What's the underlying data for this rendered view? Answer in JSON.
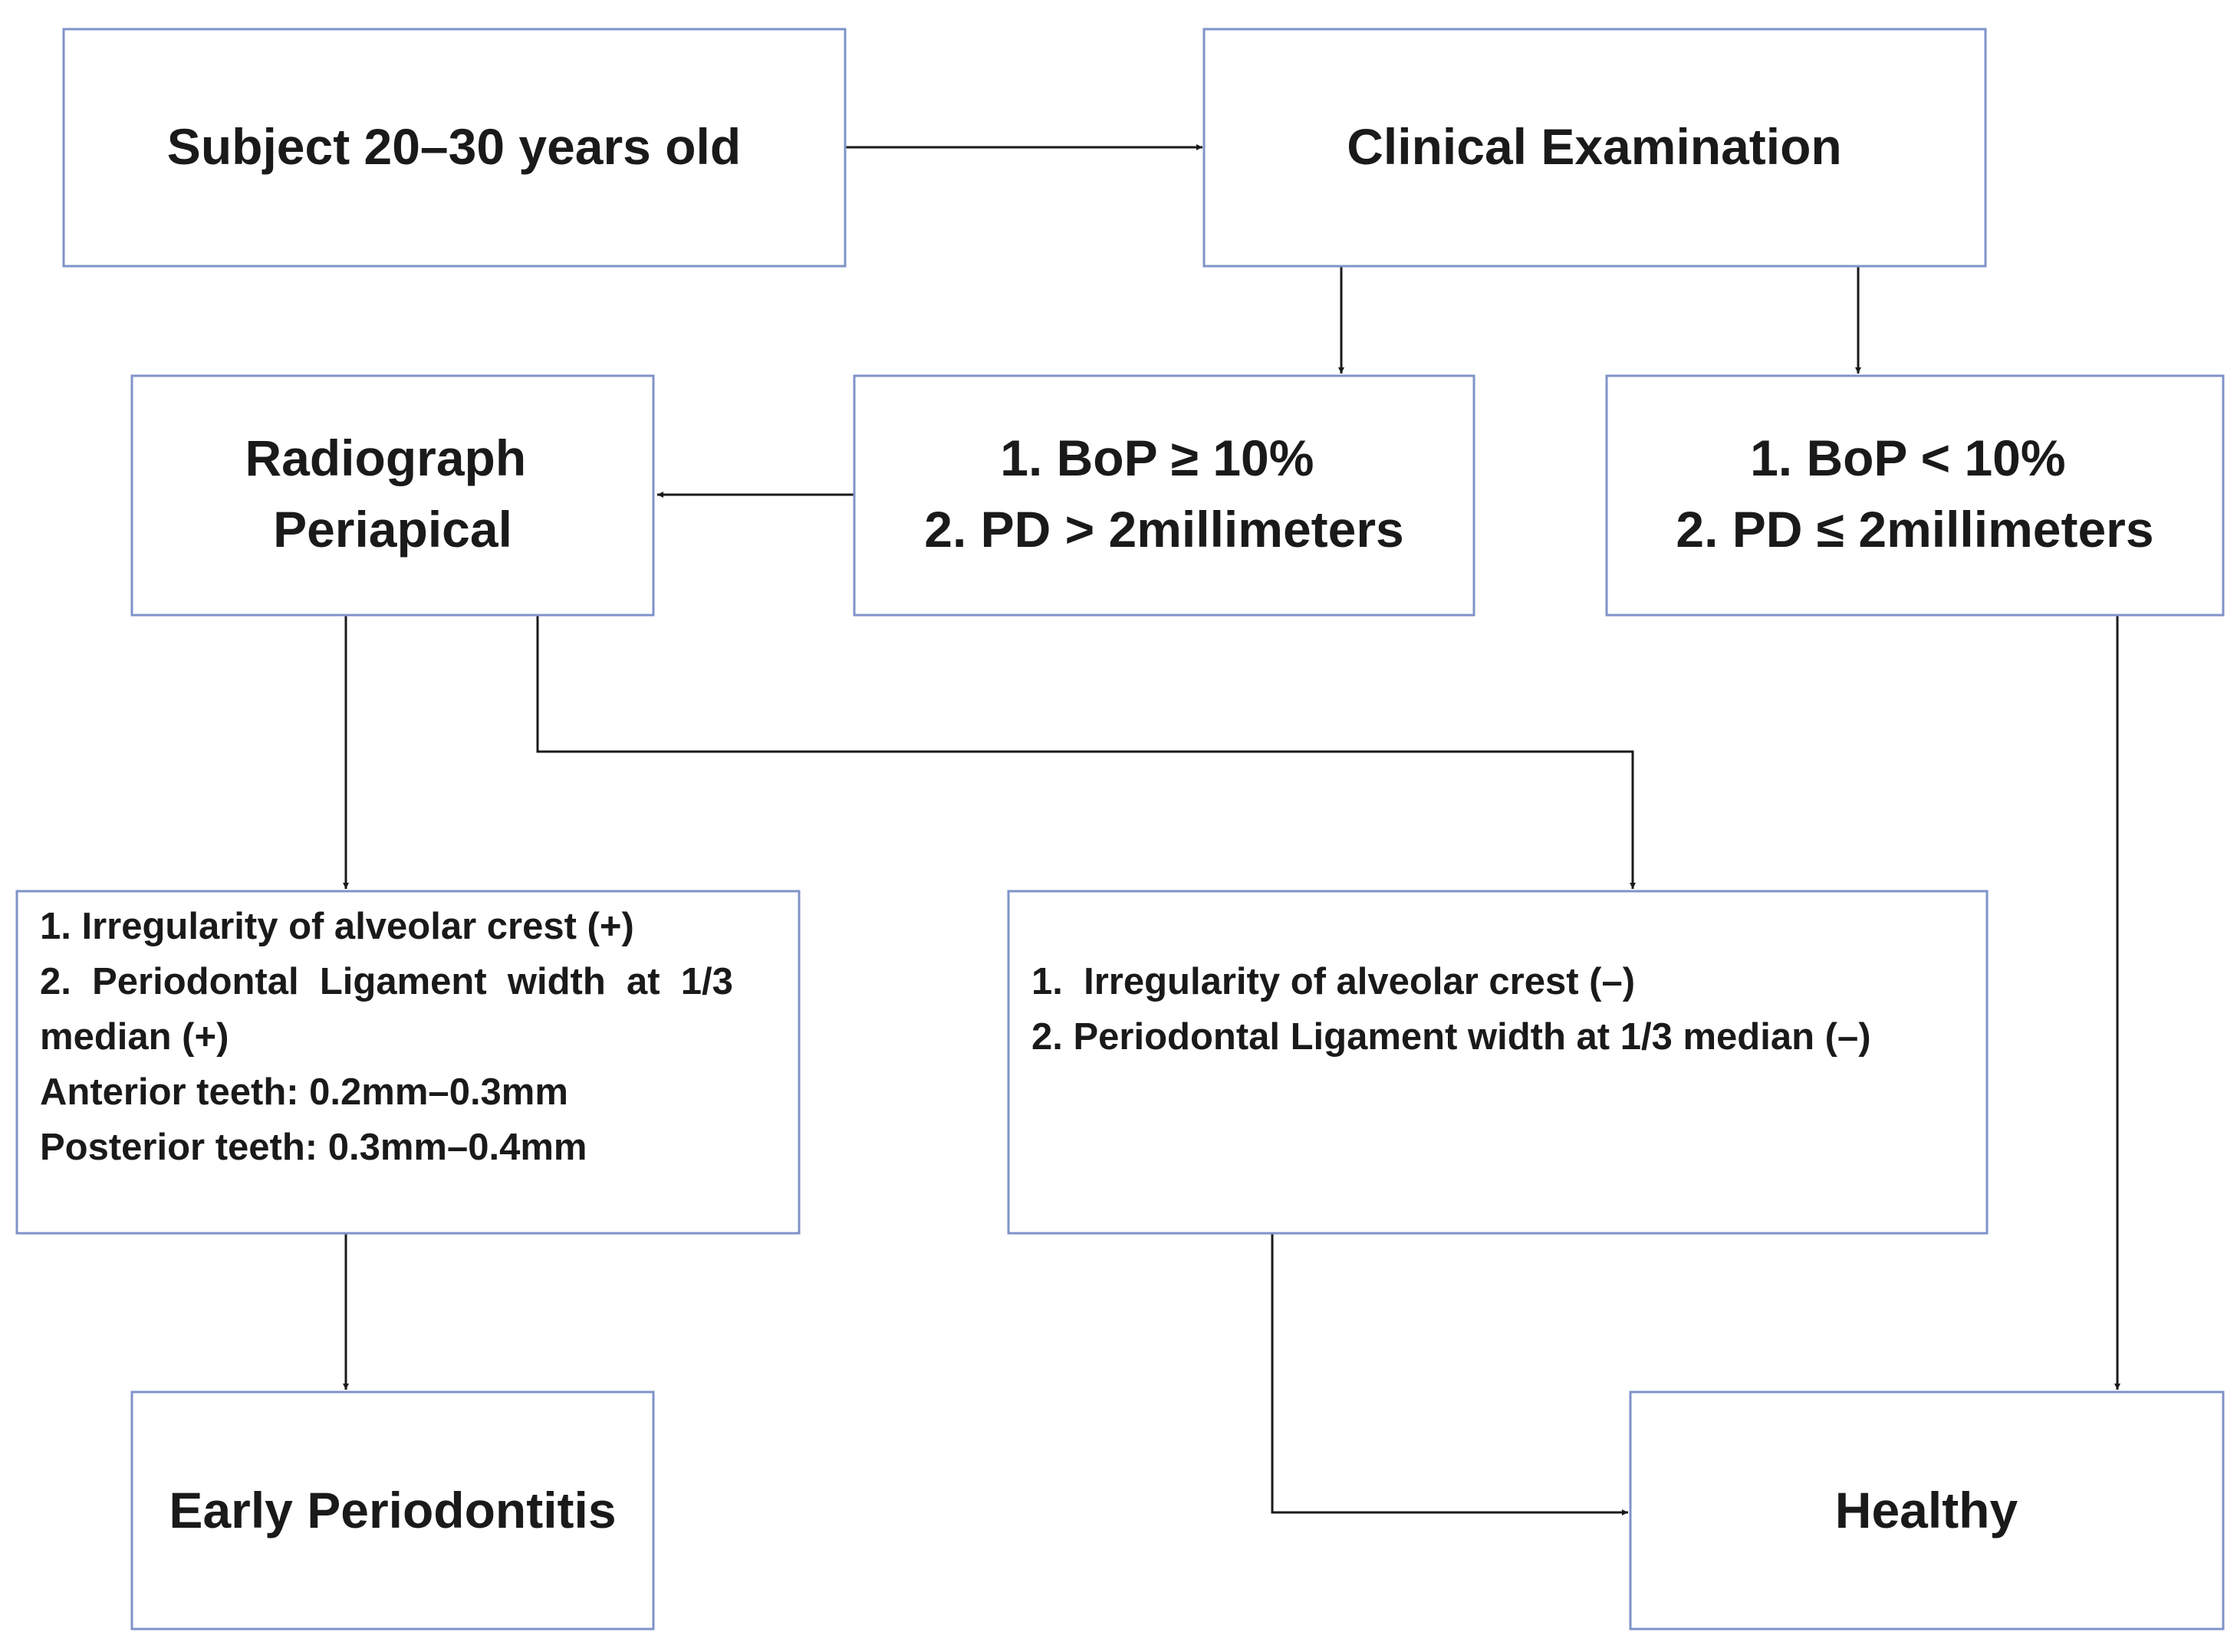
{
  "nodes": {
    "subject": {
      "lines": [
        "Subject 20–30 years old"
      ]
    },
    "clinical": {
      "lines": [
        "Clinical Examination"
      ]
    },
    "radiograph": {
      "lines": [
        "Radiograph",
        "Periapical"
      ]
    },
    "bop_high": {
      "lines": [
        "1. BoP ≥ 10%",
        "2. PD > 2millimeters"
      ]
    },
    "bop_low": {
      "lines": [
        "1. BoP < 10%",
        "2. PD ≤ 2millimeters"
      ]
    },
    "criteria_pos": {
      "lines": [
        "1. Irregularity of alveolar crest (+)",
        "2.  Periodontal  Ligament  width  at  1/3",
        "median (+)",
        "Anterior teeth: 0.2mm–0.3mm",
        "Posterior teeth: 0.3mm–0.4mm"
      ]
    },
    "criteria_neg": {
      "lines": [
        "1.  Irregularity of alveolar crest (–)",
        "2. Periodontal Ligament width at 1/3 median (–)"
      ]
    },
    "early": {
      "lines": [
        "Early Periodontitis"
      ]
    },
    "healthy": {
      "lines": [
        "Healthy"
      ]
    }
  }
}
